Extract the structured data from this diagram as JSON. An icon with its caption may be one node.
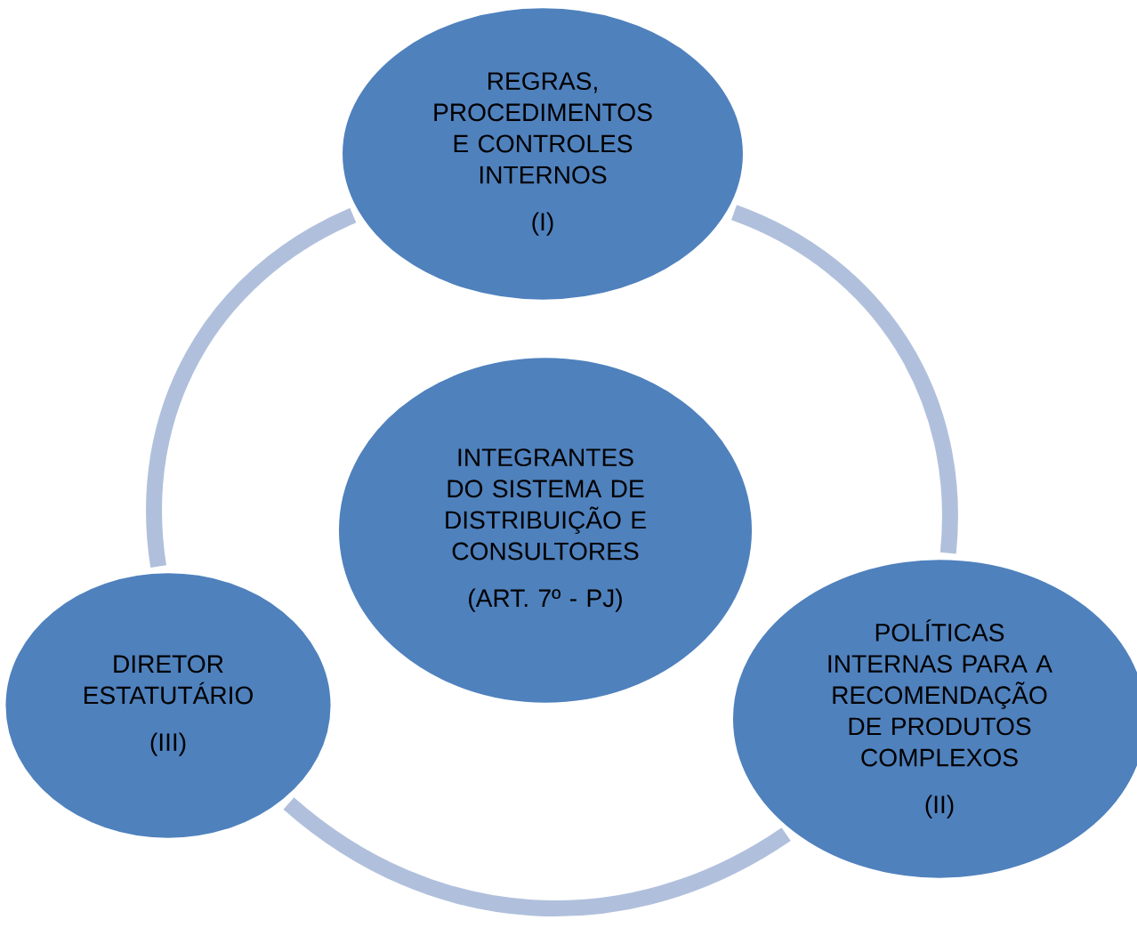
{
  "diagram": {
    "nodes": [
      {
        "text": [
          "INTEGRANTES DO SISTEMA DE DISTRIBUIÇÃO E CONSULTORES",
          "(ART. 7º - PJ)"
        ]
      },
      {
        "text": [
          "REGRAS, PROCEDIMENTOS E CONTROLES INTERNOS",
          "(I)"
        ]
      },
      {
        "text": [
          "POLÍTICAS INTERNAS PARA A RECOMENDAÇÃO DE PRODUTOS COMPLEXOS",
          "(II)"
        ]
      },
      {
        "text": [
          "DIRETOR ESTATUTÁRIO",
          "(III)"
        ]
      }
    ],
    "edges": [
      {
        "from": 1,
        "to": 2,
        "arrow": "none"
      },
      {
        "from": 2,
        "to": 3,
        "arrow": "none"
      },
      {
        "from": 3,
        "to": 1,
        "arrow": "none"
      }
    ]
  }
}
